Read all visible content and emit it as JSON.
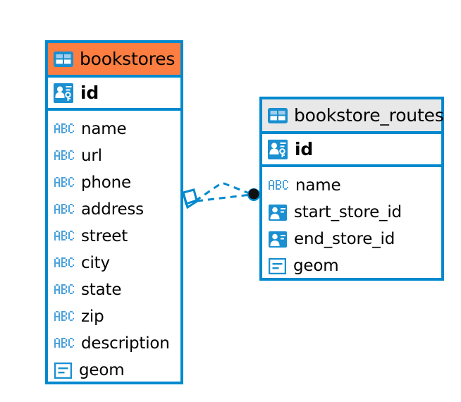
{
  "diagram": {
    "type": "entity-relationship-diagram",
    "colors": {
      "border": "#0089ce",
      "header_highlight": "#fd7e40",
      "header_default": "#e8e8e8",
      "icon_blue": "#1a8fd1",
      "icon_abc_blue": "#4da3dd",
      "text": "#000000",
      "background": "#ffffff"
    },
    "entities": [
      {
        "name": "bookstores",
        "header_style": "orange",
        "table_icon": "table-icon",
        "primary_key": {
          "label": "id",
          "icon": "primary-key-icon"
        },
        "fields": [
          {
            "label": "name",
            "icon": "abc-text-icon"
          },
          {
            "label": "url",
            "icon": "abc-text-icon"
          },
          {
            "label": "phone",
            "icon": "abc-text-icon"
          },
          {
            "label": "address",
            "icon": "abc-text-icon"
          },
          {
            "label": "street",
            "icon": "abc-text-icon"
          },
          {
            "label": "city",
            "icon": "abc-text-icon"
          },
          {
            "label": "state",
            "icon": "abc-text-icon"
          },
          {
            "label": "zip",
            "icon": "abc-text-icon"
          },
          {
            "label": "description",
            "icon": "abc-text-icon"
          },
          {
            "label": "geom",
            "icon": "geometry-icon"
          }
        ]
      },
      {
        "name": "bookstore_routes",
        "header_style": "gray",
        "table_icon": "table-icon",
        "primary_key": {
          "label": "id",
          "icon": "primary-key-icon"
        },
        "fields": [
          {
            "label": "name",
            "icon": "abc-text-icon"
          },
          {
            "label": "start_store_id",
            "icon": "foreign-key-icon"
          },
          {
            "label": "end_store_id",
            "icon": "foreign-key-icon"
          },
          {
            "label": "geom",
            "icon": "geometry-icon"
          }
        ]
      }
    ],
    "relationship": {
      "from": "bookstores",
      "to": "bookstore_routes",
      "line_style": "dashed",
      "source_marker": "diamond-marker",
      "target_marker": "filled-circle-marker"
    }
  }
}
